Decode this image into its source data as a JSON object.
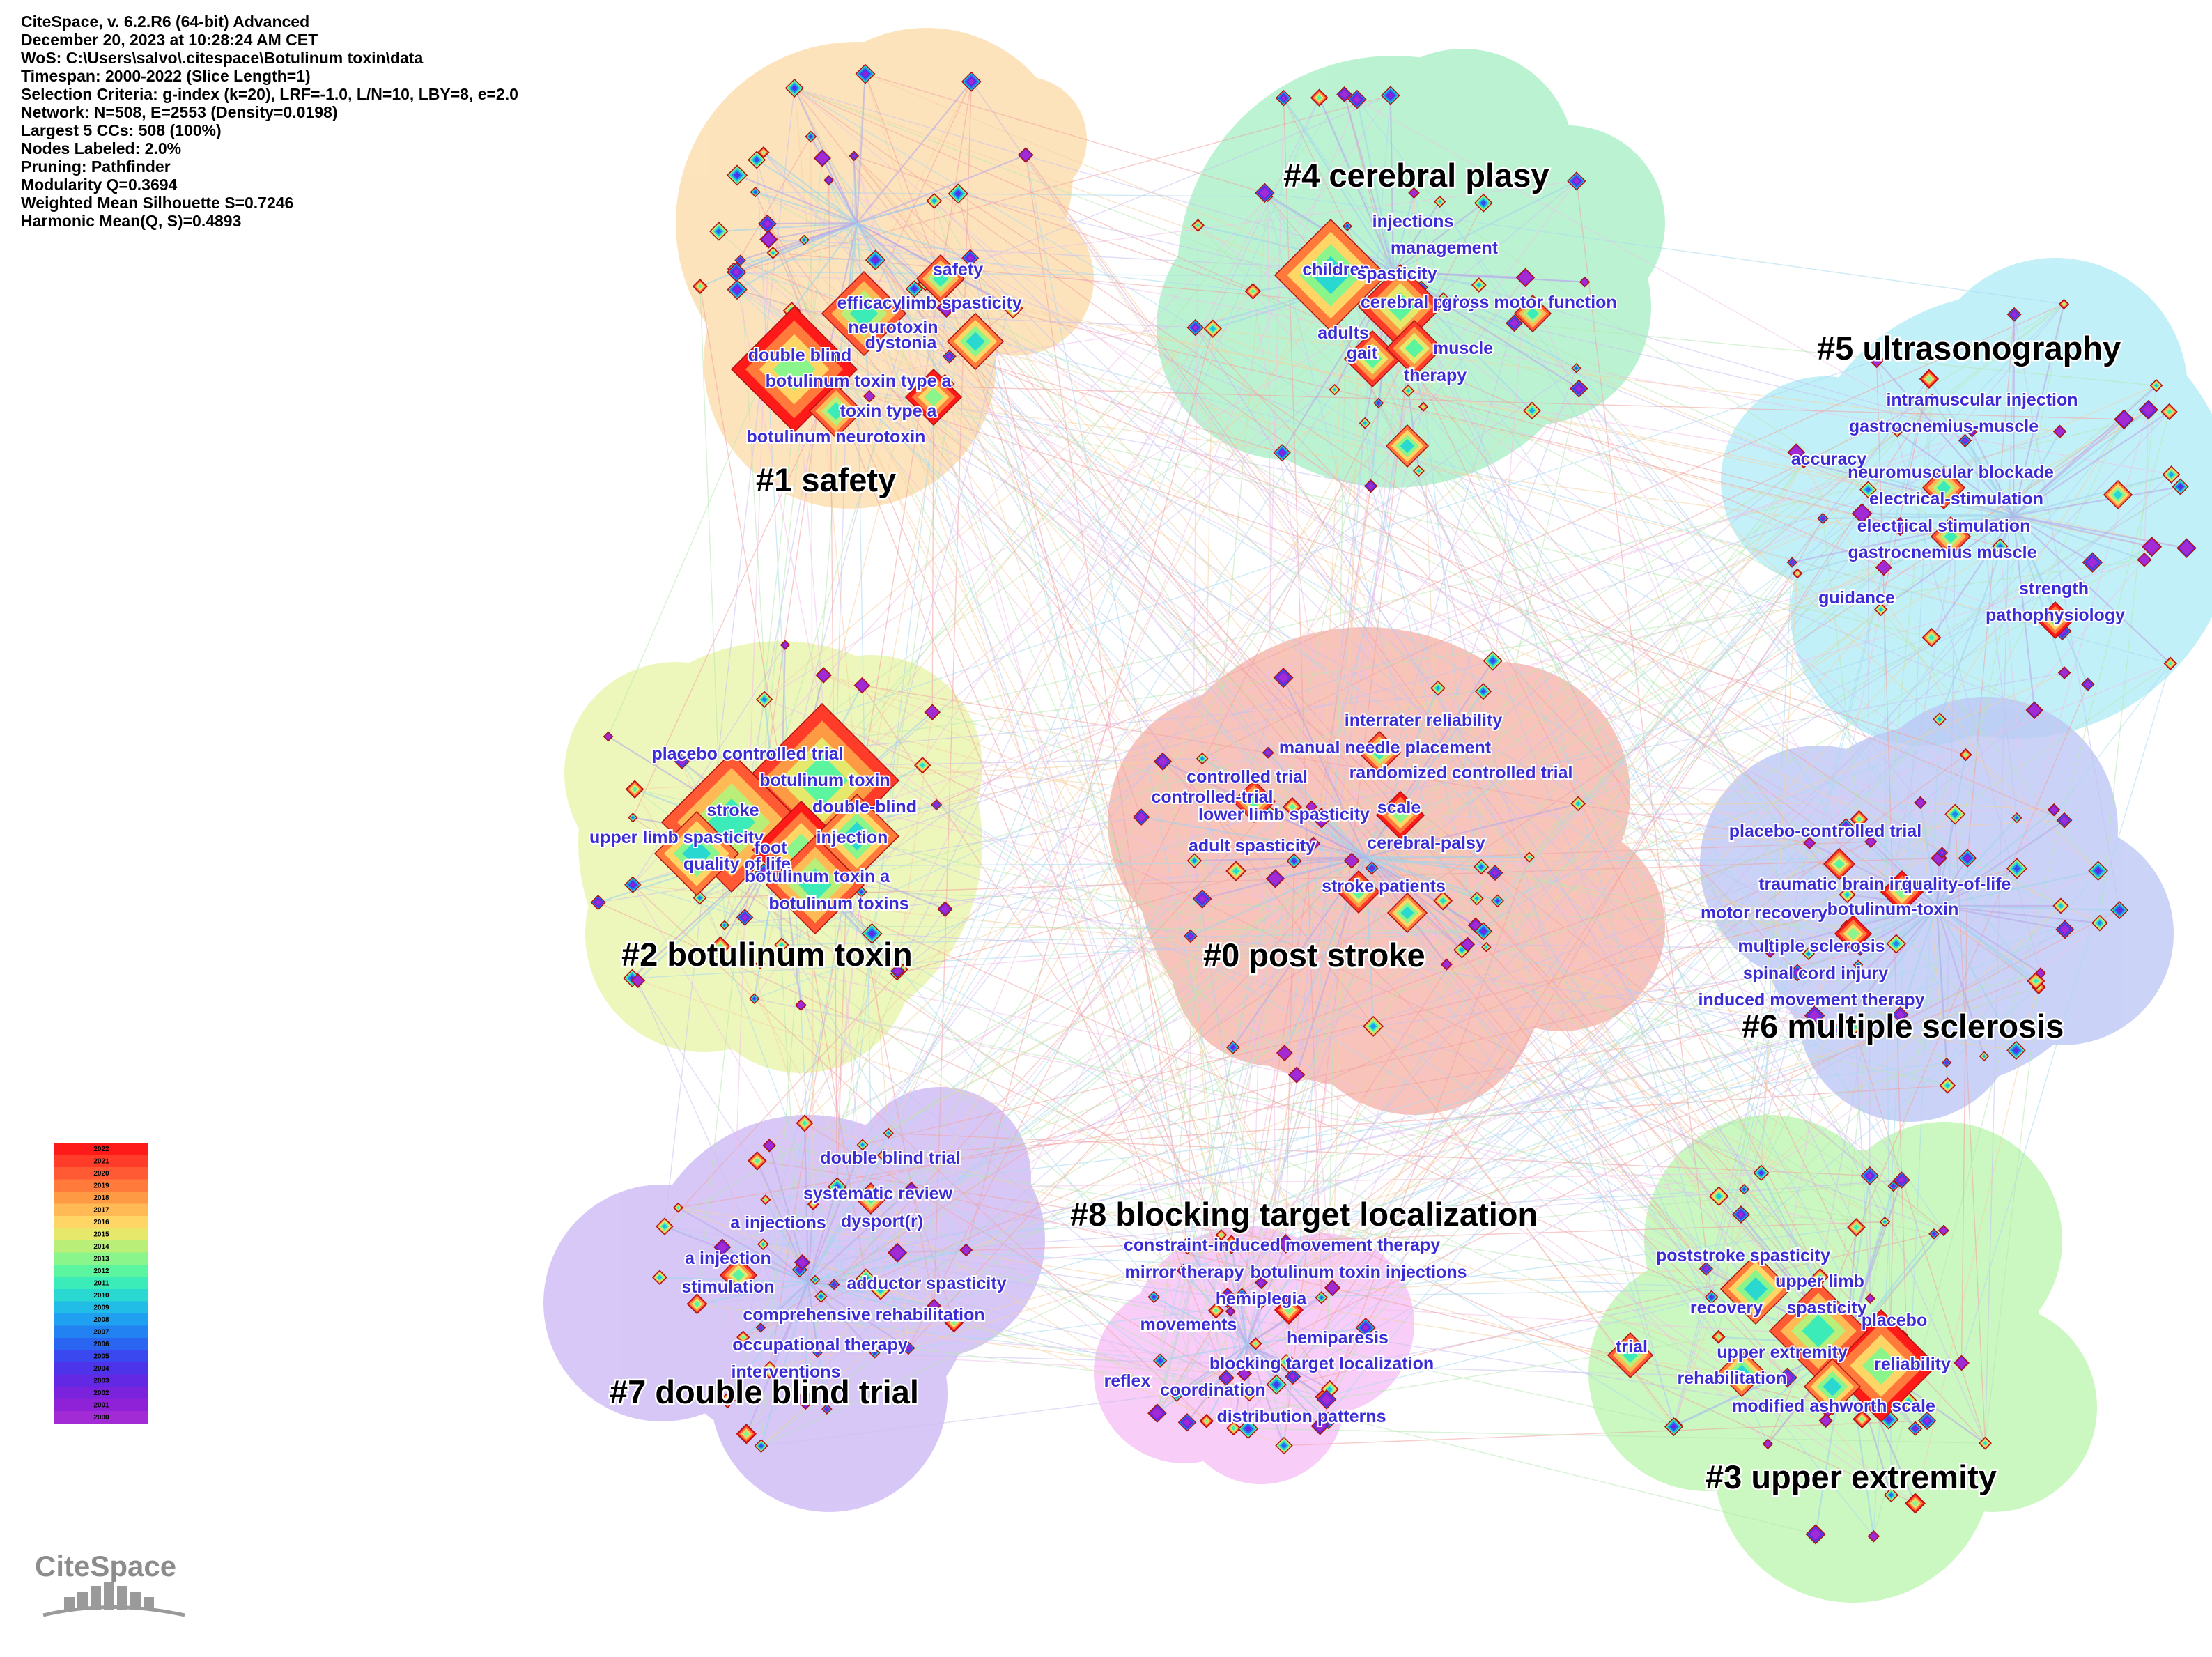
{
  "header": [
    "CiteSpace, v. 6.2.R6 (64-bit) Advanced",
    "December 20, 2023 at 10:28:24 AM CET",
    "WoS: C:\\Users\\salvo\\.citespace\\Botulinum toxin\\data",
    "Timespan: 2000-2022 (Slice Length=1)",
    "Selection Criteria: g-index (k=20), LRF=-1.0, L/N=10, LBY=8, e=2.0",
    "Network: N=508, E=2553 (Density=0.0198)",
    "Largest 5 CCs: 508 (100%)",
    "Nodes Labeled: 2.0%",
    "Pruning: Pathfinder",
    "Modularity Q=0.3694",
    "Weighted Mean Silhouette S=0.7246",
    "Harmonic Mean(Q, S)=0.4893"
  ],
  "clusters": [
    {
      "id": "c1",
      "label": "#1 safety",
      "color": "#fcdcaa",
      "keywords": [
        "safety",
        "efficacy",
        "limb spasticity",
        "neurotoxin",
        "dystonia",
        "double blind",
        "botulinum toxin type a",
        "toxin type a",
        "botulinum neurotoxin"
      ]
    },
    {
      "id": "c4",
      "label": "#4 cerebral plasy",
      "color": "#a8f0c6",
      "keywords": [
        "injections",
        "management",
        "children",
        "spasticity",
        "cerebral palsy",
        "gross motor function",
        "adults",
        "gait",
        "muscle",
        "therapy"
      ]
    },
    {
      "id": "c5",
      "label": "#5 ultrasonography",
      "color": "#b2ecf7",
      "keywords": [
        "intramuscular injection",
        "gastrocnemius-muscle",
        "accuracy",
        "neuromuscular blockade",
        "electrical-stimulation",
        "electrical stimulation",
        "gastrocnemius muscle",
        "strength",
        "guidance",
        "pathophysiology"
      ]
    },
    {
      "id": "c2",
      "label": "#2 botulinum toxin",
      "color": "#e8f5a8",
      "keywords": [
        "placebo controlled trial",
        "botulinum toxin",
        "stroke",
        "double-blind",
        "upper limb spasticity",
        "foot",
        "injection",
        "quality of life",
        "botulinum toxin a",
        "botulinum toxins"
      ]
    },
    {
      "id": "c0",
      "label": "#0 post stroke",
      "color": "#f6b3a8",
      "keywords": [
        "interrater reliability",
        "manual needle placement",
        "controlled trial",
        "randomized controlled trial",
        "controlled-trial",
        "lower limb spasticity",
        "scale",
        "adult spasticity",
        "cerebral-palsy",
        "stroke patients"
      ]
    },
    {
      "id": "c6",
      "label": "#6 multiple sclerosis",
      "color": "#bcc6f5",
      "keywords": [
        "placebo-controlled trial",
        "traumatic brain injury",
        "quality-of-life",
        "motor recovery",
        "botulinum-toxin",
        "multiple sclerosis",
        "spinal cord injury",
        "induced movement therapy"
      ]
    },
    {
      "id": "c7",
      "label": "#7 double blind trial",
      "color": "#cdb8f5",
      "keywords": [
        "double blind trial",
        "systematic review",
        "a injections",
        "dysport(r)",
        "a injection",
        "stimulation",
        "adductor spasticity",
        "comprehensive rehabilitation",
        "occupational therapy",
        "interventions"
      ]
    },
    {
      "id": "c8",
      "label": "#8 blocking target localization",
      "color": "#f7c0f5",
      "keywords": [
        "constraint-induced movement therapy",
        "mirror therapy",
        "botulinum toxin injections",
        "hemiplegia",
        "movements",
        "hemiparesis",
        "blocking target localization",
        "reflex",
        "coordination",
        "distribution patterns"
      ]
    },
    {
      "id": "c3",
      "label": "#3 upper extremity",
      "color": "#bdf5b0",
      "keywords": [
        "poststroke spasticity",
        "upper limb",
        "recovery",
        "spasticity",
        "placebo",
        "trial",
        "upper extremity",
        "reliability",
        "rehabilitation",
        "modified ashworth scale"
      ]
    }
  ],
  "legend": {
    "years": [
      "2022",
      "2021",
      "2020",
      "2019",
      "2018",
      "2017",
      "2016",
      "2015",
      "2014",
      "2013",
      "2012",
      "2011",
      "2010",
      "2009",
      "2008",
      "2007",
      "2006",
      "2005",
      "2004",
      "2003",
      "2002",
      "2001",
      "2000"
    ],
    "colors": [
      "#ff1a1a",
      "#ff3b2a",
      "#ff5a33",
      "#ff7a3b",
      "#ff9a44",
      "#ffba55",
      "#ffd666",
      "#e6e86b",
      "#b9ef78",
      "#8af58a",
      "#5af59e",
      "#3cecb8",
      "#2ad8d2",
      "#22bde6",
      "#1fa0f0",
      "#2382f2",
      "#2a65f2",
      "#3a49ef",
      "#4d34ea",
      "#6228e3",
      "#7a22dc",
      "#8f22d6",
      "#a22bd6"
    ]
  },
  "logo": {
    "text": "CiteSpace"
  }
}
